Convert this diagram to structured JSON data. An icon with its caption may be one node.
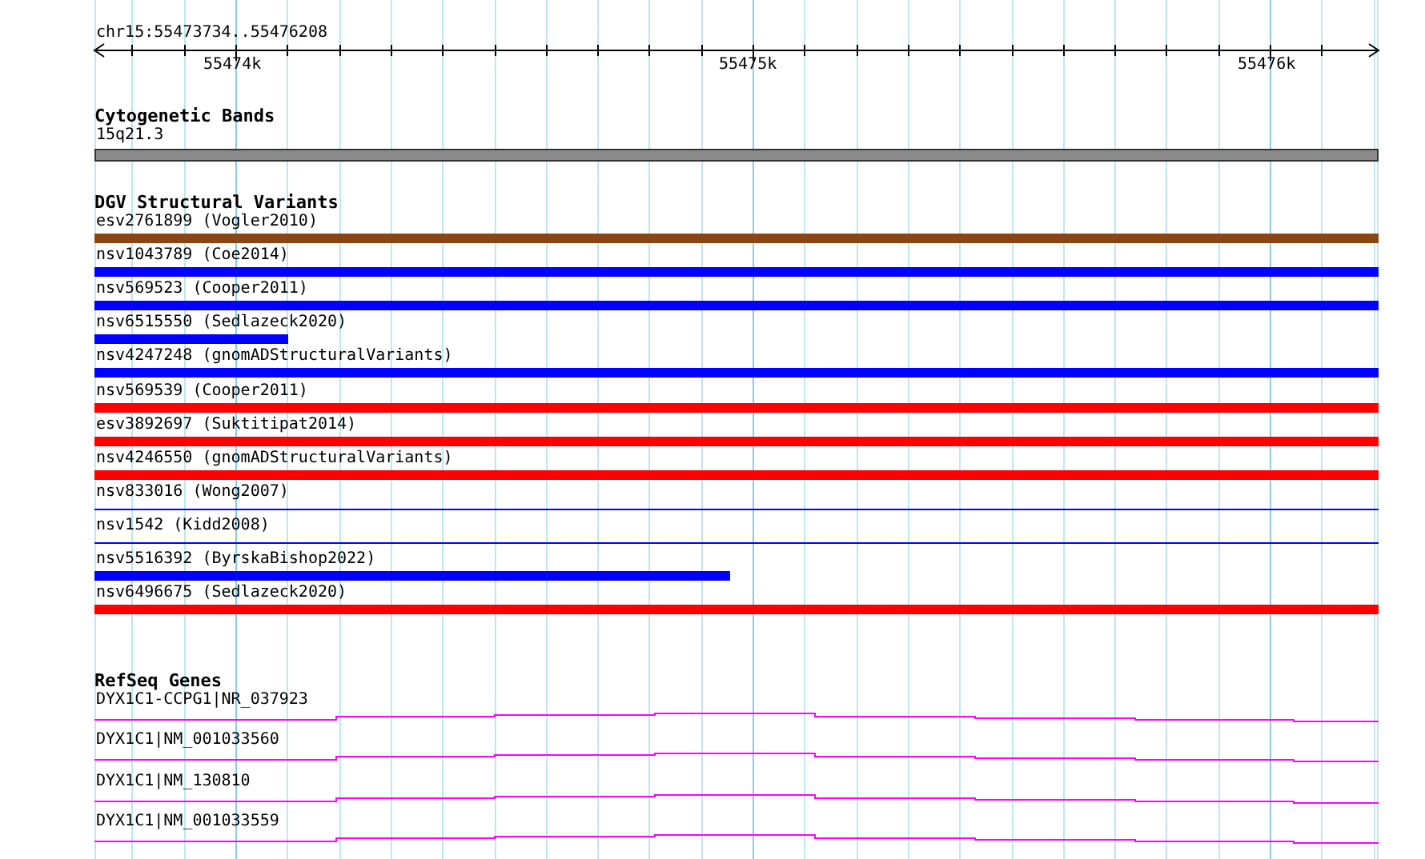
{
  "diagram": {
    "nodes": [
      {
        "text": [
          "15q21.3"
        ]
      },
      {
        "text": [
          "esv2761899 (Vogler2010)"
        ]
      },
      {
        "text": [
          "nsv1043789 (Coe2014)"
        ]
      },
      {
        "text": [
          "nsv569523 (Cooper2011)"
        ]
      },
      {
        "text": [
          "nsv6515550 (Sedlazeck2020)"
        ]
      },
      {
        "text": [
          "nsv4247248 (gnomADStructuralVariants)"
        ]
      },
      {
        "text": [
          "nsv569539 (Cooper2011)"
        ]
      },
      {
        "text": [
          "esv3892697 (Suktitipat2014)"
        ]
      },
      {
        "text": [
          "nsv4246550 (gnomADStructuralVariants)"
        ]
      },
      {
        "text": [
          "nsv833016 (Wong2007)"
        ]
      },
      {
        "text": [
          "nsv1542 (Kidd2008)"
        ]
      },
      {
        "text": [
          "nsv5516392 (ByrskaBishop2022)"
        ]
      },
      {
        "text": [
          "nsv6496675 (Sedlazeck2020)"
        ]
      },
      {
        "text": [
          "DYX1C1-CCPG1|NR_037923"
        ]
      },
      {
        "text": [
          "DYX1C1|NM_001033560"
        ]
      },
      {
        "text": [
          "DYX1C1|NM_130810"
        ]
      },
      {
        "text": [
          "DYX1C1|NM_001033559"
        ]
      }
    ],
    "labels": [
      "chr15:55473734..55476208",
      "55474k",
      "55475k",
      "55476k",
      "Cytogenetic Bands",
      "DGV Structural Variants",
      "RefSeq Genes"
    ]
  }
}
